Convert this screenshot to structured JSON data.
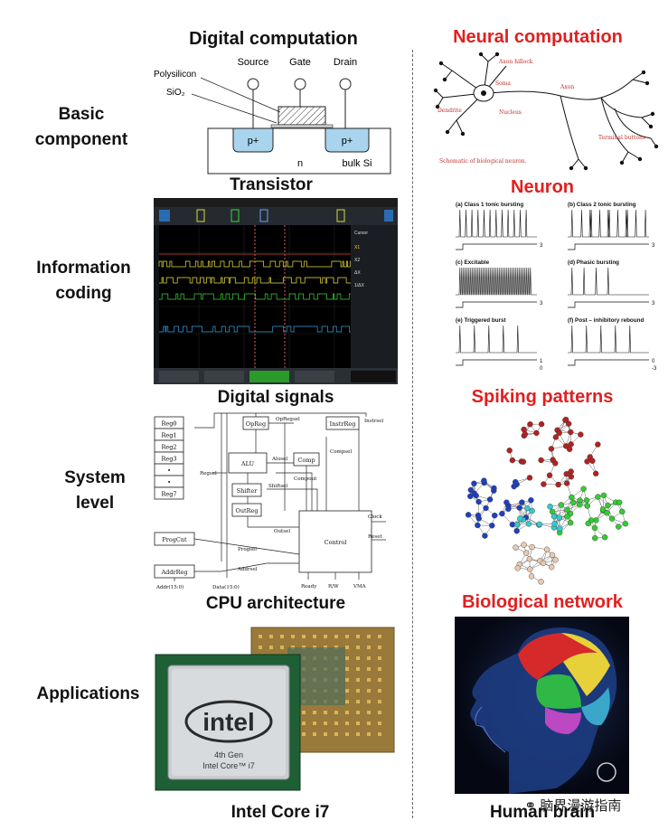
{
  "left_title": "Digital computation",
  "right_title": "Neural computation",
  "rows": {
    "basic": "Basic\ncomponent",
    "info": "Information\ncoding",
    "system": "System\nlevel",
    "apps": "Applications"
  },
  "transistor": {
    "caption": "Transistor",
    "source": "Source",
    "gate": "Gate",
    "drain": "Drain",
    "poly": "Polysilicon",
    "sio2": "SiO₂",
    "pplus": "p+",
    "n": "n",
    "bulk": "bulk Si"
  },
  "digital_signals": {
    "caption": "Digital signals"
  },
  "cpu": {
    "caption": "CPU architecture",
    "regs": [
      "Reg0",
      "Reg1",
      "Reg2",
      "Reg3",
      "•",
      "•",
      "Reg7"
    ],
    "blocks": {
      "opreg": "OpReg",
      "instrreg": "InstrReg",
      "alu": "ALU",
      "comp": "Comp",
      "shifter": "Shifter",
      "outreg": "OutReg",
      "control": "Control",
      "progcnt": "ProgCnt",
      "addrreg": "AddrReg"
    },
    "signals": {
      "opregsel": "OpRegsel",
      "instrsel": "Instrsel",
      "regsel": "Regsel",
      "alusel": "Alusel",
      "compsel": "Compsel",
      "compout": "Compout",
      "shiftsel": "Shiftsel",
      "outsel": "Outsel",
      "clock": "Clock",
      "reset": "Reset",
      "progsel": "Progsel",
      "addrsel": "Addrsel",
      "addr": "Addr(15:0)",
      "data": "Data(15:0)",
      "ready": "Ready",
      "rw": "R/W",
      "vma": "VMA"
    }
  },
  "intel": {
    "caption": "Intel Core i7",
    "logo": "intel",
    "gen": "4th Gen",
    "model": "Intel Core™ i7"
  },
  "neuron": {
    "caption": "Neuron",
    "labels": {
      "axon_hillock": "Axon hillock",
      "soma": "Soma",
      "axon": "Axon",
      "dendrite": "Dendrite",
      "nucleus": "Nucleus",
      "terminal": "Terminal buttons",
      "schematic": "Schematic of biological neuron."
    }
  },
  "spiking": {
    "caption": "Spiking patterns",
    "panels": [
      {
        "label": "(a) Class 1 tonic bursting",
        "tick": "3"
      },
      {
        "label": "(b) Class 2 tonic bursting",
        "tick": "3"
      },
      {
        "label": "(c) Excitable",
        "tick": "3"
      },
      {
        "label": "(d) Phasic bursting",
        "tick": "3"
      },
      {
        "label": "(e) Triggered burst",
        "tick": "1",
        "tick2": "0"
      },
      {
        "label": "(f) Post – inhibitory rebound",
        "tick": "0",
        "tick2": "-3"
      }
    ]
  },
  "network": {
    "caption": "Biological network"
  },
  "brain": {
    "caption": "Human brain"
  },
  "watermark": "脑界漫游指南",
  "colors": {
    "accent_red": "#e02020",
    "pplus_fill": "#a9d4ee",
    "node_red": "#b22222",
    "node_blue": "#1f3fbf",
    "node_green": "#33cc33",
    "node_cyan": "#33cccc",
    "node_tan": "#e8c9b0"
  }
}
